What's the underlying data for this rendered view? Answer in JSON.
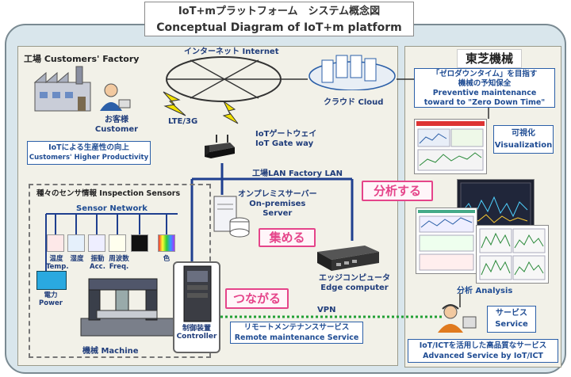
{
  "title": {
    "ja": "IoT+mプラットフォーム　システム概念図",
    "en": "Conceptual Diagram of IoT+m platform"
  },
  "factory": {
    "label": "工場  Customers' Factory",
    "customer_ja": "お客様",
    "customer_en": "Customer",
    "productivity_ja": "IoTによる生産性の向上",
    "productivity_en": "Customers' Higher Productivity"
  },
  "internet": {
    "label": "インターネット  Internet"
  },
  "cloud": {
    "label": "クラウド  Cloud"
  },
  "lte": {
    "label": "LTE/3G"
  },
  "gateway": {
    "ja": "IoTゲートウェイ",
    "en": "IoT Gate way"
  },
  "factory_lan": {
    "label": "工場LAN  Factory LAN"
  },
  "onprem": {
    "ja": "オンプレミスサーバー",
    "en1": "On-premises",
    "en2": "Server"
  },
  "sensors": {
    "title": "種々のセンサ情報  Inspection Sensors",
    "network": "Sensor Network",
    "items": [
      {
        "ja": "温度",
        "en": "Temp."
      },
      {
        "ja": "湿度",
        "en": ""
      },
      {
        "ja": "振動",
        "en": "Acc."
      },
      {
        "ja": "周波数",
        "en": "Freq."
      },
      {
        "ja": "色",
        "en": ""
      }
    ],
    "power_ja": "電力",
    "power_en": "Power"
  },
  "machine": {
    "label": "機械  Machine"
  },
  "controller": {
    "ja": "制御装置",
    "en": "Controller"
  },
  "edge": {
    "ja": "エッジコンピュータ",
    "en": "Edge computer"
  },
  "actions": {
    "collect": "集める",
    "analyze": "分析する",
    "connect": "つながる"
  },
  "vpn": {
    "label": "VPN"
  },
  "remote": {
    "ja": "リモートメンテナンスサービス",
    "en": "Remote maintenance Service"
  },
  "toshiba": {
    "logo": "東芝機械",
    "zero_ja1": "「ゼロダウンタイム」を目指す",
    "zero_ja2": "機械の予知保全",
    "zero_en1": "Preventive maintenance",
    "zero_en2": "toward to \"Zero Down Time\"",
    "viz_ja": "可視化",
    "viz_en": "Visualization",
    "analysis": "分析  Analysis",
    "service_ja": "サービス",
    "service_en": "Service",
    "advanced_ja": "IoT/ICTを活用した高品質なサービス",
    "advanced_en": "Advanced Service by IoT/ICT"
  },
  "colors": {
    "accent_blue": "#1f4c93",
    "pink": "#e5448a",
    "lan": "#1f3f8f",
    "vpn": "#22a035",
    "lte": "#f2e100"
  }
}
